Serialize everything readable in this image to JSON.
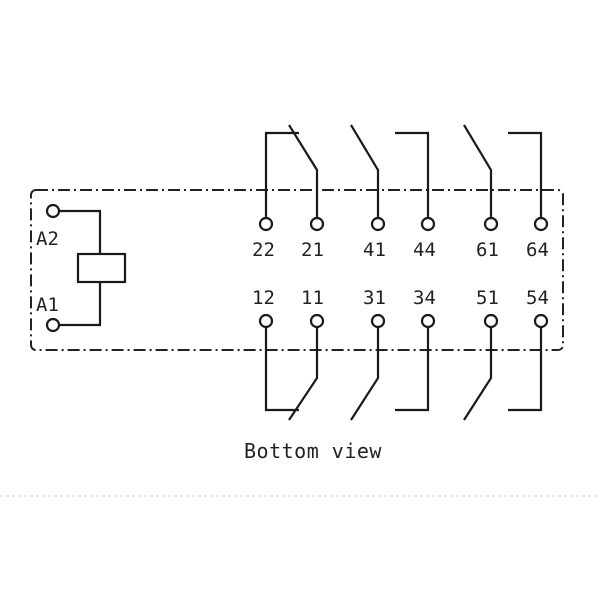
{
  "coil": {
    "terminal_top": "A2",
    "terminal_bottom": "A1"
  },
  "upper_row": [
    "22",
    "21",
    "41",
    "44",
    "61",
    "64"
  ],
  "lower_row": [
    "12",
    "11",
    "31",
    "34",
    "51",
    "54"
  ],
  "caption": "Bottom view",
  "colors": {
    "line": "#1a1a1a",
    "background": "#ffffff",
    "separator": "#cfcfcf"
  }
}
